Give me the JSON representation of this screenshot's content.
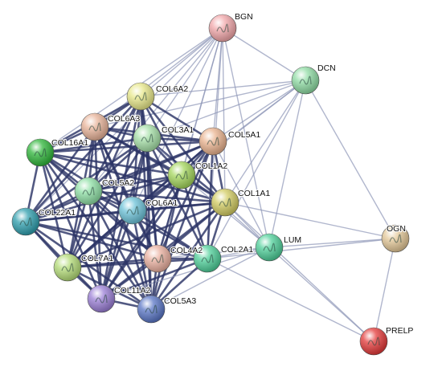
{
  "network": {
    "nodes": [
      {
        "id": "BGN",
        "label": "BGN",
        "color": "#f2a7aa"
      },
      {
        "id": "DCN",
        "label": "DCN",
        "color": "#8fdca4"
      },
      {
        "id": "COL6A2",
        "label": "COL6A2",
        "color": "#e8e88a"
      },
      {
        "id": "COL6A3",
        "label": "COL6A3",
        "color": "#e9b49a"
      },
      {
        "id": "COL3A1",
        "label": "COL3A1",
        "color": "#a6e0a8"
      },
      {
        "id": "COL16A1",
        "label": "COL16A1",
        "color": "#2fb63a"
      },
      {
        "id": "COL5A1",
        "label": "COL5A1",
        "color": "#eab38f"
      },
      {
        "id": "COL1A2",
        "label": "COL1A2",
        "color": "#a4d65c"
      },
      {
        "id": "COL5A2",
        "label": "COL5A2",
        "color": "#8fe0a6"
      },
      {
        "id": "COL1A1",
        "label": "COL1A1",
        "color": "#d2cc62"
      },
      {
        "id": "COL6A1",
        "label": "COL6A1",
        "color": "#6cc2d8"
      },
      {
        "id": "COL22A1",
        "label": "COL22A1",
        "color": "#2f9fae"
      },
      {
        "id": "LUM",
        "label": "LUM",
        "color": "#4fd09a"
      },
      {
        "id": "OGN",
        "label": "OGN",
        "color": "#e4c898"
      },
      {
        "id": "COL4A2",
        "label": "COL4A2",
        "color": "#eab0a0"
      },
      {
        "id": "COL2A1",
        "label": "COL2A1",
        "color": "#4fd09a"
      },
      {
        "id": "COL7A1",
        "label": "COL7A1",
        "color": "#b4dc78"
      },
      {
        "id": "COL11A2",
        "label": "COL11A2",
        "color": "#9b7fd6"
      },
      {
        "id": "COL5A3",
        "label": "COL5A3",
        "color": "#5a76c6"
      },
      {
        "id": "PRELP",
        "label": "PRELP",
        "color": "#e43a3a"
      }
    ],
    "edges": [
      [
        "BGN",
        "DCN"
      ],
      [
        "BGN",
        "COL6A2"
      ],
      [
        "BGN",
        "COL6A3"
      ],
      [
        "BGN",
        "COL3A1"
      ],
      [
        "BGN",
        "COL16A1"
      ],
      [
        "BGN",
        "COL5A1"
      ],
      [
        "BGN",
        "COL1A2"
      ],
      [
        "BGN",
        "COL5A2"
      ],
      [
        "BGN",
        "COL1A1"
      ],
      [
        "BGN",
        "COL6A1"
      ],
      [
        "BGN",
        "LUM"
      ],
      [
        "BGN",
        "COL2A1"
      ],
      [
        "BGN",
        "COL4A2"
      ],
      [
        "BGN",
        "COL22A1"
      ],
      [
        "DCN",
        "COL6A3"
      ],
      [
        "DCN",
        "COL3A1"
      ],
      [
        "DCN",
        "COL5A1"
      ],
      [
        "DCN",
        "COL1A2"
      ],
      [
        "DCN",
        "COL1A1"
      ],
      [
        "DCN",
        "COL2A1"
      ],
      [
        "DCN",
        "LUM"
      ],
      [
        "DCN",
        "OGN"
      ],
      [
        "DCN",
        "COL6A1"
      ],
      [
        "DCN",
        "COL6A2"
      ],
      [
        "COL6A2",
        "COL6A3"
      ],
      [
        "COL6A2",
        "COL3A1"
      ],
      [
        "COL6A2",
        "COL16A1"
      ],
      [
        "COL6A2",
        "COL5A1"
      ],
      [
        "COL6A2",
        "COL1A2"
      ],
      [
        "COL6A2",
        "COL5A2"
      ],
      [
        "COL6A2",
        "COL1A1"
      ],
      [
        "COL6A2",
        "COL6A1"
      ],
      [
        "COL6A2",
        "COL22A1"
      ],
      [
        "COL6A2",
        "COL7A1"
      ],
      [
        "COL6A2",
        "COL4A2"
      ],
      [
        "COL6A2",
        "COL11A2"
      ],
      [
        "COL6A2",
        "COL5A3"
      ],
      [
        "COL6A3",
        "COL3A1"
      ],
      [
        "COL6A3",
        "COL16A1"
      ],
      [
        "COL6A3",
        "COL5A1"
      ],
      [
        "COL6A3",
        "COL1A2"
      ],
      [
        "COL6A3",
        "COL5A2"
      ],
      [
        "COL6A3",
        "COL1A1"
      ],
      [
        "COL6A3",
        "COL6A1"
      ],
      [
        "COL6A3",
        "COL22A1"
      ],
      [
        "COL6A3",
        "COL7A1"
      ],
      [
        "COL6A3",
        "COL4A2"
      ],
      [
        "COL6A3",
        "COL11A2"
      ],
      [
        "COL6A3",
        "COL5A3"
      ],
      [
        "COL3A1",
        "COL16A1"
      ],
      [
        "COL3A1",
        "COL5A1"
      ],
      [
        "COL3A1",
        "COL1A2"
      ],
      [
        "COL3A1",
        "COL5A2"
      ],
      [
        "COL3A1",
        "COL1A1"
      ],
      [
        "COL3A1",
        "COL6A1"
      ],
      [
        "COL3A1",
        "COL22A1"
      ],
      [
        "COL3A1",
        "COL7A1"
      ],
      [
        "COL3A1",
        "COL4A2"
      ],
      [
        "COL3A1",
        "COL2A1"
      ],
      [
        "COL3A1",
        "COL11A2"
      ],
      [
        "COL3A1",
        "COL5A3"
      ],
      [
        "COL3A1",
        "LUM"
      ],
      [
        "COL16A1",
        "COL5A2"
      ],
      [
        "COL16A1",
        "COL1A2"
      ],
      [
        "COL16A1",
        "COL1A1"
      ],
      [
        "COL16A1",
        "COL6A1"
      ],
      [
        "COL16A1",
        "COL22A1"
      ],
      [
        "COL16A1",
        "COL7A1"
      ],
      [
        "COL16A1",
        "COL4A2"
      ],
      [
        "COL16A1",
        "COL11A2"
      ],
      [
        "COL16A1",
        "COL5A3"
      ],
      [
        "COL16A1",
        "COL5A1"
      ],
      [
        "COL5A1",
        "COL1A2"
      ],
      [
        "COL5A1",
        "COL5A2"
      ],
      [
        "COL5A1",
        "COL1A1"
      ],
      [
        "COL5A1",
        "COL6A1"
      ],
      [
        "COL5A1",
        "COL22A1"
      ],
      [
        "COL5A1",
        "COL4A2"
      ],
      [
        "COL5A1",
        "COL2A1"
      ],
      [
        "COL5A1",
        "COL7A1"
      ],
      [
        "COL5A1",
        "COL11A2"
      ],
      [
        "COL5A1",
        "COL5A3"
      ],
      [
        "COL5A1",
        "LUM"
      ],
      [
        "COL1A2",
        "COL5A2"
      ],
      [
        "COL1A2",
        "COL1A1"
      ],
      [
        "COL1A2",
        "COL6A1"
      ],
      [
        "COL1A2",
        "COL22A1"
      ],
      [
        "COL1A2",
        "COL7A1"
      ],
      [
        "COL1A2",
        "COL4A2"
      ],
      [
        "COL1A2",
        "COL2A1"
      ],
      [
        "COL1A2",
        "COL11A2"
      ],
      [
        "COL1A2",
        "COL5A3"
      ],
      [
        "COL1A2",
        "LUM"
      ],
      [
        "COL5A2",
        "COL1A1"
      ],
      [
        "COL5A2",
        "COL6A1"
      ],
      [
        "COL5A2",
        "COL22A1"
      ],
      [
        "COL5A2",
        "COL7A1"
      ],
      [
        "COL5A2",
        "COL4A2"
      ],
      [
        "COL5A2",
        "COL11A2"
      ],
      [
        "COL5A2",
        "COL5A3"
      ],
      [
        "COL5A2",
        "COL2A1"
      ],
      [
        "COL1A1",
        "COL6A1"
      ],
      [
        "COL1A1",
        "COL22A1"
      ],
      [
        "COL1A1",
        "COL7A1"
      ],
      [
        "COL1A1",
        "COL4A2"
      ],
      [
        "COL1A1",
        "COL2A1"
      ],
      [
        "COL1A1",
        "COL11A2"
      ],
      [
        "COL1A1",
        "COL5A3"
      ],
      [
        "COL1A1",
        "LUM"
      ],
      [
        "COL1A1",
        "OGN"
      ],
      [
        "COL1A1",
        "PRELP"
      ],
      [
        "COL6A1",
        "COL22A1"
      ],
      [
        "COL6A1",
        "COL7A1"
      ],
      [
        "COL6A1",
        "COL4A2"
      ],
      [
        "COL6A1",
        "COL2A1"
      ],
      [
        "COL6A1",
        "COL11A2"
      ],
      [
        "COL6A1",
        "COL5A3"
      ],
      [
        "COL22A1",
        "COL7A1"
      ],
      [
        "COL22A1",
        "COL11A2"
      ],
      [
        "COL22A1",
        "COL5A3"
      ],
      [
        "COL22A1",
        "COL4A2"
      ],
      [
        "COL22A1",
        "COL2A1"
      ],
      [
        "LUM",
        "OGN"
      ],
      [
        "LUM",
        "PRELP"
      ],
      [
        "LUM",
        "COL2A1"
      ],
      [
        "LUM",
        "COL4A2"
      ],
      [
        "LUM",
        "COL5A3"
      ],
      [
        "LUM",
        "COL11A2"
      ],
      [
        "OGN",
        "PRELP"
      ],
      [
        "OGN",
        "COL2A1"
      ],
      [
        "COL4A2",
        "COL2A1"
      ],
      [
        "COL4A2",
        "COL7A1"
      ],
      [
        "COL4A2",
        "COL11A2"
      ],
      [
        "COL4A2",
        "COL5A3"
      ],
      [
        "COL2A1",
        "COL7A1"
      ],
      [
        "COL2A1",
        "COL11A2"
      ],
      [
        "COL2A1",
        "COL5A3"
      ],
      [
        "COL2A1",
        "PRELP"
      ],
      [
        "COL7A1",
        "COL11A2"
      ],
      [
        "COL7A1",
        "COL5A3"
      ],
      [
        "COL11A2",
        "COL5A3"
      ]
    ]
  }
}
